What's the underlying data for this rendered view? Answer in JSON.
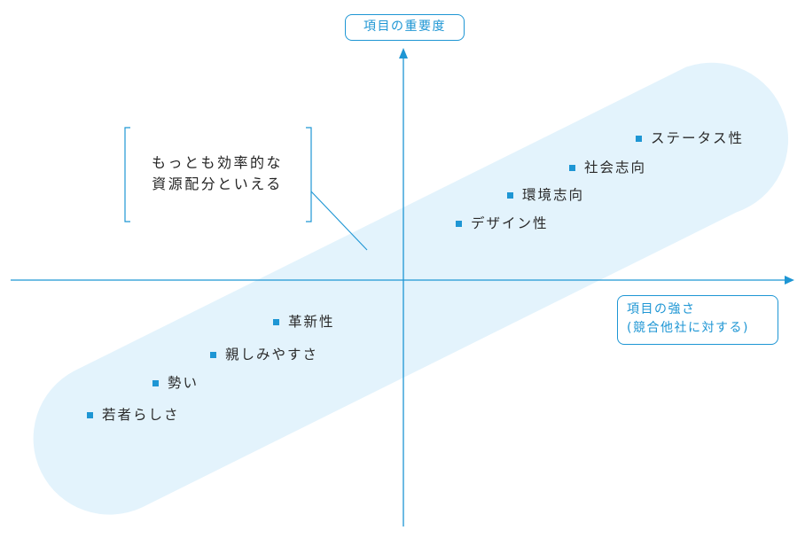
{
  "colors": {
    "accent": "#1e96d4",
    "band_fill": "#e3f3fc",
    "text": "#2a2a2a"
  },
  "icons": {
    "item_marker": "blue-square-icon",
    "axis_end": "arrow-icon"
  },
  "axes": {
    "vertical": {
      "label": "項目の重要度"
    },
    "horizontal": {
      "label_line1": "項目の強さ",
      "label_line2": "(競合他社に対する)"
    }
  },
  "callout": {
    "line1": "もっとも効率的な",
    "line2": "資源配分といえる"
  },
  "items": [
    {
      "label": "ステータス性"
    },
    {
      "label": "社会志向"
    },
    {
      "label": "環境志向"
    },
    {
      "label": "デザイン性"
    },
    {
      "label": "革新性"
    },
    {
      "label": "親しみやすさ"
    },
    {
      "label": "勢い"
    },
    {
      "label": "若者らしさ"
    }
  ]
}
